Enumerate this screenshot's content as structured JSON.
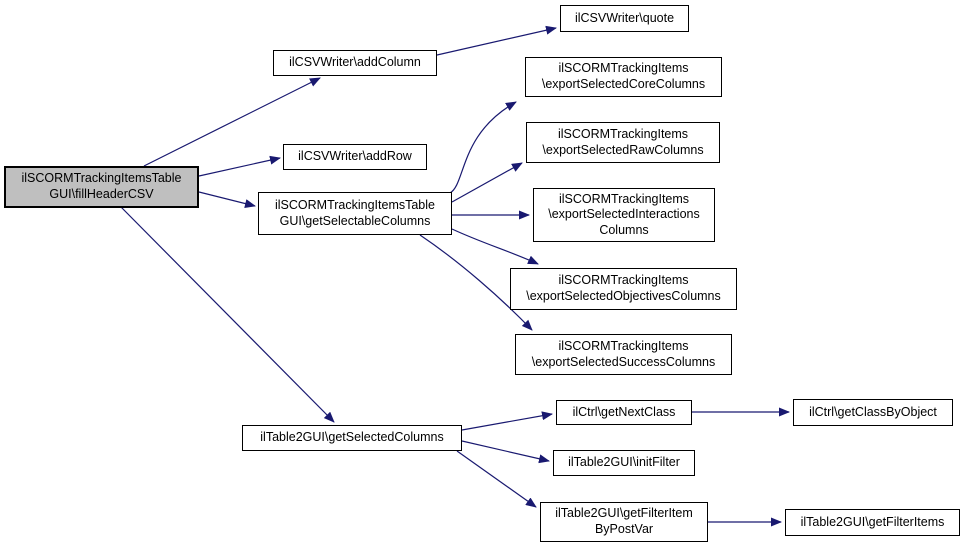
{
  "diagram": {
    "type": "call-graph",
    "colors": {
      "background": "#ffffff",
      "edge": "#191970",
      "node_border": "#000000",
      "node_fill": "#ffffff",
      "highlight_node_fill": "#bfbfbf",
      "text": "#000000"
    },
    "nodes": {
      "fillHeaderCSV": {
        "label": "ilSCORMTrackingItemsTable\nGUI\\fillHeaderCSV",
        "highlighted": true
      },
      "addColumn": {
        "label": "ilCSVWriter\\addColumn",
        "highlighted": false
      },
      "quote": {
        "label": "ilCSVWriter\\quote",
        "highlighted": false
      },
      "addRow": {
        "label": "ilCSVWriter\\addRow",
        "highlighted": false
      },
      "getSelectableColumns": {
        "label": "ilSCORMTrackingItemsTable\nGUI\\getSelectableColumns",
        "highlighted": false
      },
      "exportSelectedCoreColumns": {
        "label": "ilSCORMTrackingItems\n\\exportSelectedCoreColumns",
        "highlighted": false
      },
      "exportSelectedRawColumns": {
        "label": "ilSCORMTrackingItems\n\\exportSelectedRawColumns",
        "highlighted": false
      },
      "exportSelectedInteractionsColumns": {
        "label": "ilSCORMTrackingItems\n\\exportSelectedInteractions\nColumns",
        "highlighted": false
      },
      "exportSelectedObjectivesColumns": {
        "label": "ilSCORMTrackingItems\n\\exportSelectedObjectivesColumns",
        "highlighted": false
      },
      "exportSelectedSuccessColumns": {
        "label": "ilSCORMTrackingItems\n\\exportSelectedSuccessColumns",
        "highlighted": false
      },
      "getSelectedColumns": {
        "label": "ilTable2GUI\\getSelectedColumns",
        "highlighted": false
      },
      "getNextClass": {
        "label": "ilCtrl\\getNextClass",
        "highlighted": false
      },
      "initFilter": {
        "label": "ilTable2GUI\\initFilter",
        "highlighted": false
      },
      "getFilterItemByPostVar": {
        "label": "ilTable2GUI\\getFilterItem\nByPostVar",
        "highlighted": false
      },
      "getClassByObject": {
        "label": "ilCtrl\\getClassByObject",
        "highlighted": false
      },
      "getFilterItems": {
        "label": "ilTable2GUI\\getFilterItems",
        "highlighted": false
      }
    },
    "edges": [
      {
        "from": "fillHeaderCSV",
        "to": "addColumn"
      },
      {
        "from": "fillHeaderCSV",
        "to": "addRow"
      },
      {
        "from": "fillHeaderCSV",
        "to": "getSelectableColumns"
      },
      {
        "from": "fillHeaderCSV",
        "to": "getSelectedColumns"
      },
      {
        "from": "addColumn",
        "to": "quote"
      },
      {
        "from": "getSelectableColumns",
        "to": "exportSelectedCoreColumns"
      },
      {
        "from": "getSelectableColumns",
        "to": "exportSelectedRawColumns"
      },
      {
        "from": "getSelectableColumns",
        "to": "exportSelectedInteractionsColumns"
      },
      {
        "from": "getSelectableColumns",
        "to": "exportSelectedObjectivesColumns"
      },
      {
        "from": "getSelectableColumns",
        "to": "exportSelectedSuccessColumns"
      },
      {
        "from": "getSelectedColumns",
        "to": "getNextClass"
      },
      {
        "from": "getSelectedColumns",
        "to": "initFilter"
      },
      {
        "from": "getSelectedColumns",
        "to": "getFilterItemByPostVar"
      },
      {
        "from": "getNextClass",
        "to": "getClassByObject"
      },
      {
        "from": "getFilterItemByPostVar",
        "to": "getFilterItems"
      }
    ]
  }
}
